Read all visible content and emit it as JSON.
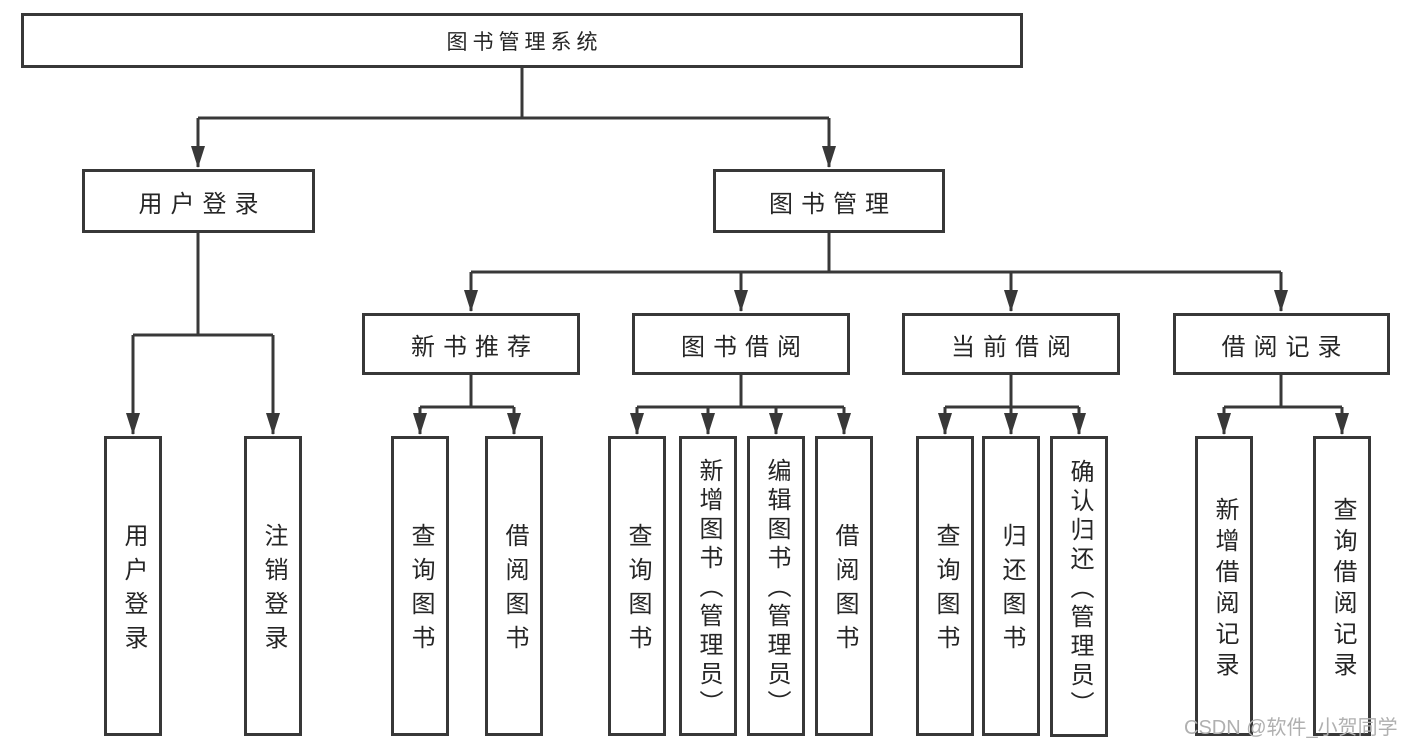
{
  "diagram": {
    "root": {
      "label": "图书管理系统"
    },
    "level2": [
      {
        "label": "用户登录"
      },
      {
        "label": "图书管理"
      }
    ],
    "level3": [
      {
        "label": "新书推荐"
      },
      {
        "label": "图书借阅"
      },
      {
        "label": "当前借阅"
      },
      {
        "label": "借阅记录"
      }
    ],
    "leaves": {
      "user_login": [
        "用户登录",
        "注销登录"
      ],
      "new_books": [
        "查询图书",
        "借阅图书"
      ],
      "book_borrow": [
        "查询图书",
        "新增图书（管理员）",
        "编辑图书（管理员）",
        "借阅图书"
      ],
      "current_borrow": [
        "查询图书",
        "归还图书",
        "确认归还（管理员）"
      ],
      "borrow_records": [
        "新增借阅记录",
        "查询借阅记录"
      ]
    }
  },
  "watermark": {
    "text": "CSDN @软件_小贺同学"
  },
  "colors": {
    "line": "#383838",
    "text": "#262626",
    "watermark": "#b0b0b0",
    "background": "#ffffff"
  }
}
